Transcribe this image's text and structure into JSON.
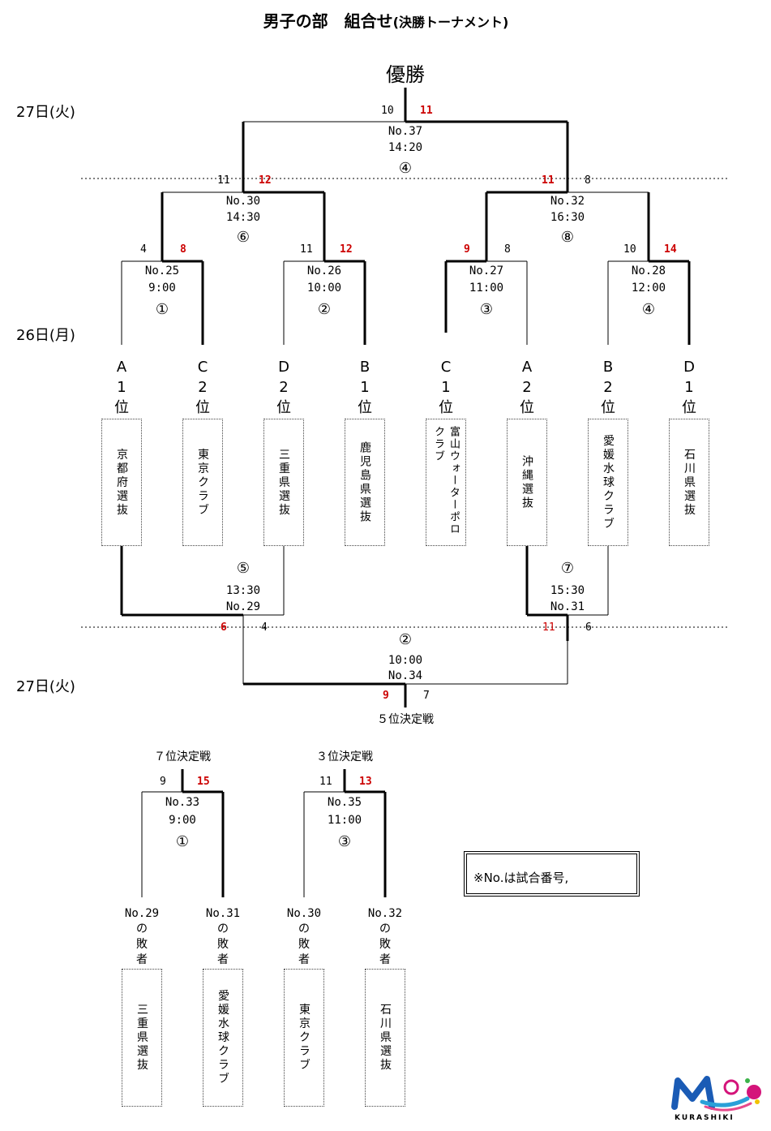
{
  "title": "男子の部　組合せ",
  "subtitle": "(決勝トーナメント)",
  "champion_label": "優勝",
  "days": {
    "day27_top": "27日(火)",
    "day26": "26日(月)",
    "day27_bottom": "27日(火)"
  },
  "seeds": [
    "A\n1\n位",
    "C\n2\n位",
    "D\n2\n位",
    "B\n1\n位",
    "C\n1\n位",
    "A\n2\n位",
    "B\n2\n位",
    "D\n1\n位"
  ],
  "teams": [
    "京都府選抜",
    "東京クラブ",
    "三重県選抜",
    "鹿児島県選抜",
    "富山ウォーターポロクラブ",
    "沖縄選抜",
    "愛媛水球クラブ",
    "石川県選抜"
  ],
  "matches": {
    "m25": {
      "no": "No.25",
      "time": "9:00",
      "court": "①",
      "score_l": "4",
      "score_r": "8"
    },
    "m26": {
      "no": "No.26",
      "time": "10:00",
      "court": "②",
      "score_l": "11",
      "score_r": "12"
    },
    "m27": {
      "no": "No.27",
      "time": "11:00",
      "court": "③",
      "score_l": "9",
      "score_r": "8"
    },
    "m28": {
      "no": "No.28",
      "time": "12:00",
      "court": "④",
      "score_l": "10",
      "score_r": "14"
    },
    "m30": {
      "no": "No.30",
      "time": "14:30",
      "court": "⑥",
      "score_l": "11",
      "score_r": "12"
    },
    "m32": {
      "no": "No.32",
      "time": "16:30",
      "court": "⑧",
      "score_l": "11",
      "score_r": "8"
    },
    "m37": {
      "no": "No.37",
      "time": "14:20",
      "court": "④",
      "score_l": "10",
      "score_r": "11"
    },
    "m29": {
      "no": "No.29",
      "time": "13:30",
      "court": "⑤",
      "score_l": "6",
      "score_r": "4"
    },
    "m31": {
      "no": "No.31",
      "time": "15:30",
      "court": "⑦",
      "score_l": "11",
      "score_r": "6"
    },
    "m34": {
      "no": "No.34",
      "time": "10:00",
      "court": "②",
      "score_l": "9",
      "score_r": "7",
      "label": "５位決定戦"
    },
    "m33": {
      "no": "No.33",
      "time": "9:00",
      "court": "①",
      "score_l": "9",
      "score_r": "15",
      "label": "７位決定戦"
    },
    "m35": {
      "no": "No.35",
      "time": "11:00",
      "court": "③",
      "score_l": "11",
      "score_r": "13",
      "label": "３位決定戦"
    }
  },
  "loser_labels": [
    "No.29\nの\n敗\n者",
    "No.31\nの\n敗\n者",
    "No.30\nの\n敗\n者",
    "No.32\nの\n敗\n者"
  ],
  "placement_teams": [
    "三重県選抜",
    "愛媛水球クラブ",
    "東京クラブ",
    "石川県選抜"
  ],
  "note": "※No.は試合番号,",
  "logo_text": "KURASHIKI",
  "colors": {
    "winner_score": "#cc0000",
    "logo_blue": "#1a5bb5",
    "logo_pink": "#d4147a"
  }
}
